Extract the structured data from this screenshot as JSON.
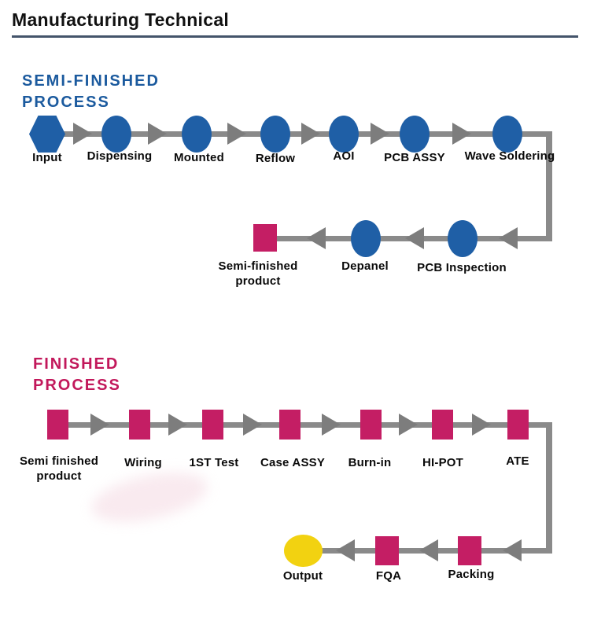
{
  "header": {
    "title": "Manufacturing Technical"
  },
  "colors": {
    "title_rule": "#44546A",
    "semi_heading": "#1B5A9E",
    "finished_heading": "#C2185B",
    "node_blue": "#1F5FA6",
    "node_pink": "#C41E64",
    "node_yellow": "#F2D211",
    "connector_gray": "#8a8a8a",
    "arrow_gray": "#7d7d7d"
  },
  "semi_finished": {
    "heading": "SEMI-FINISHED\nPROCESS",
    "forward_steps": [
      {
        "label": "Input",
        "shape": "hexagon"
      },
      {
        "label": "Dispensing",
        "shape": "ellipse"
      },
      {
        "label": "Mounted",
        "shape": "ellipse"
      },
      {
        "label": "Reflow",
        "shape": "ellipse"
      },
      {
        "label": "AOI",
        "shape": "ellipse"
      },
      {
        "label": "PCB ASSY",
        "shape": "ellipse"
      },
      {
        "label": "Wave Soldering",
        "shape": "ellipse"
      }
    ],
    "return_steps": [
      {
        "label": "PCB Inspection",
        "shape": "ellipse"
      },
      {
        "label": "Depanel",
        "shape": "ellipse"
      },
      {
        "label": "Semi-finished product",
        "shape": "square"
      }
    ]
  },
  "finished": {
    "heading": "FINISHED\nPROCESS",
    "forward_steps": [
      {
        "label": "Semi finished product",
        "shape": "square"
      },
      {
        "label": "Wiring",
        "shape": "square"
      },
      {
        "label": "1ST Test",
        "shape": "square"
      },
      {
        "label": "Case ASSY",
        "shape": "square"
      },
      {
        "label": "Burn-in",
        "shape": "square"
      },
      {
        "label": "HI-POT",
        "shape": "square"
      },
      {
        "label": "ATE",
        "shape": "square"
      }
    ],
    "return_steps": [
      {
        "label": "Packing",
        "shape": "square"
      },
      {
        "label": "FQA",
        "shape": "square"
      },
      {
        "label": "Output",
        "shape": "ellipse"
      }
    ]
  }
}
